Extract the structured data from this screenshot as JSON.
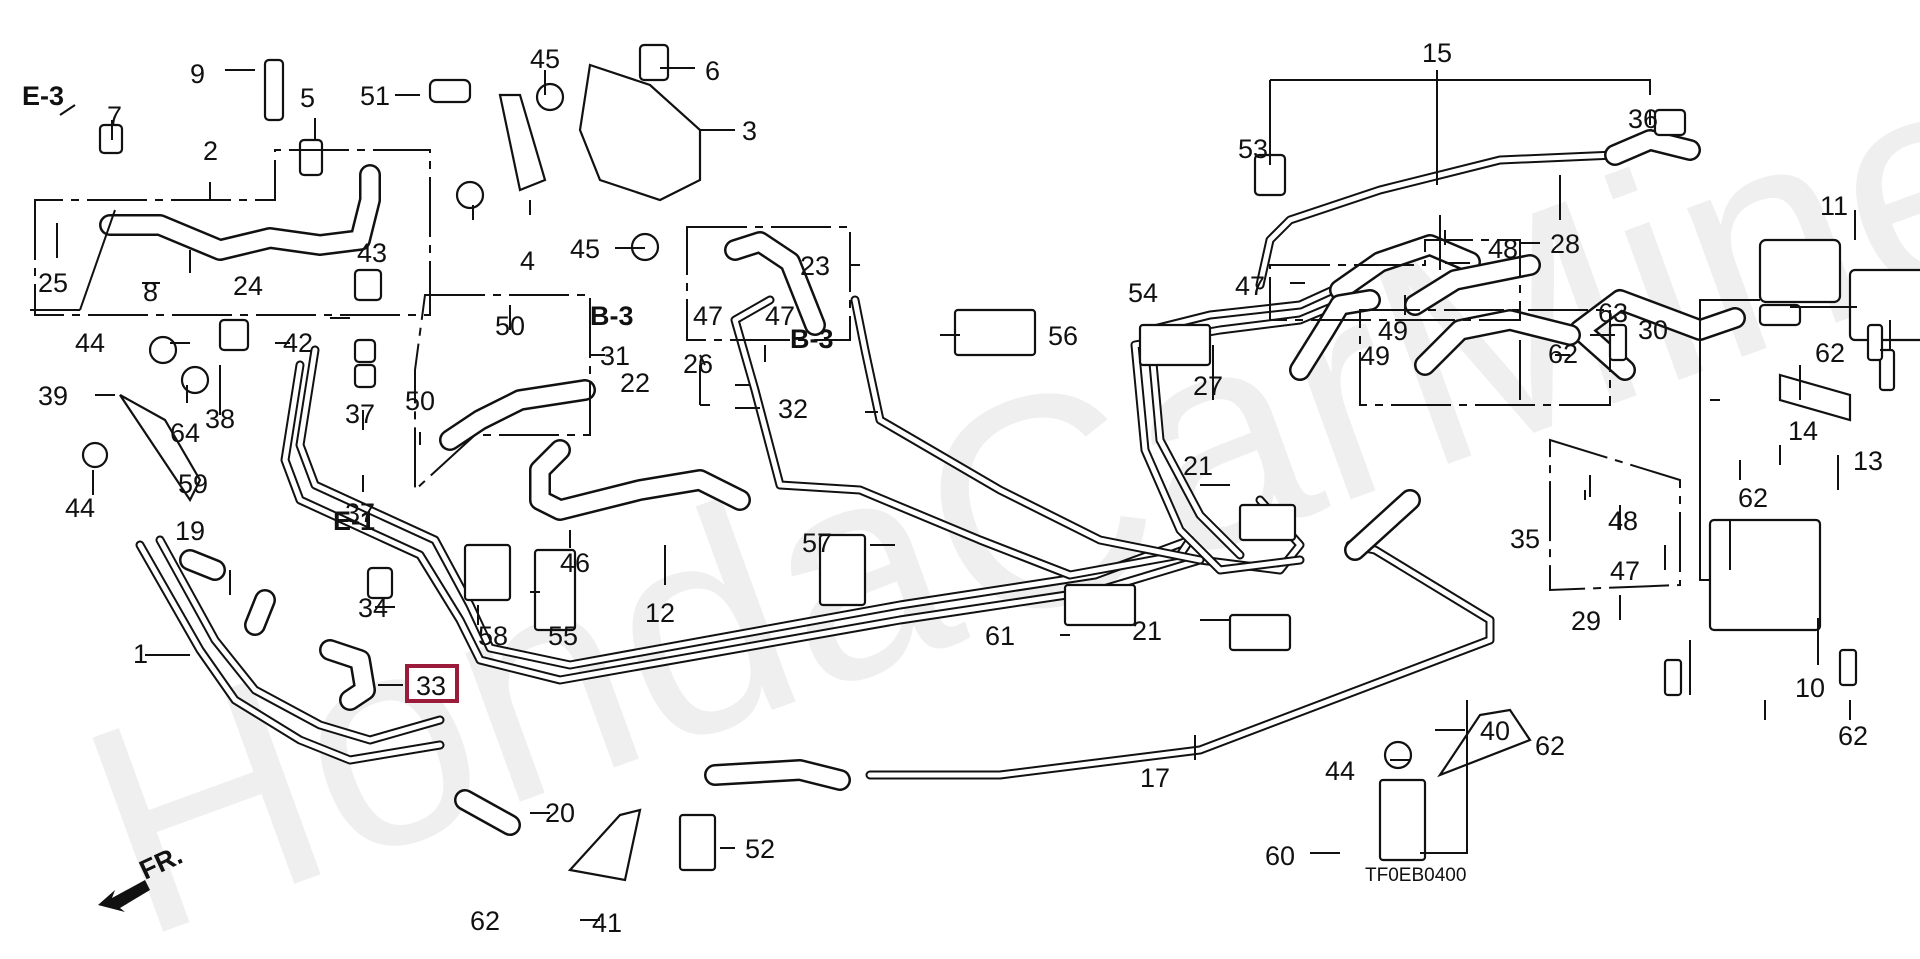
{
  "diagram": {
    "watermark": "HondaCarMine.ru",
    "code": "TF0EB0400",
    "front_indicator": "FR.",
    "highlight_color": "#9b1b3b",
    "highlighted_part": "33",
    "section_refs": [
      "E-3",
      "E-1",
      "B-3",
      "B-3"
    ],
    "callouts": [
      {
        "id": "c1",
        "label": "1"
      },
      {
        "id": "c2",
        "label": "2"
      },
      {
        "id": "c3",
        "label": "3"
      },
      {
        "id": "c4",
        "label": "4"
      },
      {
        "id": "c5",
        "label": "5"
      },
      {
        "id": "c6",
        "label": "6"
      },
      {
        "id": "c7",
        "label": "7"
      },
      {
        "id": "c8",
        "label": "8"
      },
      {
        "id": "c9",
        "label": "9"
      },
      {
        "id": "c10",
        "label": "10"
      },
      {
        "id": "c11",
        "label": "11"
      },
      {
        "id": "c12",
        "label": "12"
      },
      {
        "id": "c13",
        "label": "13"
      },
      {
        "id": "c14",
        "label": "14"
      },
      {
        "id": "c15",
        "label": "15"
      },
      {
        "id": "c17",
        "label": "17"
      },
      {
        "id": "c19",
        "label": "19"
      },
      {
        "id": "c20",
        "label": "20"
      },
      {
        "id": "c21a",
        "label": "21"
      },
      {
        "id": "c21b",
        "label": "21"
      },
      {
        "id": "c22",
        "label": "22"
      },
      {
        "id": "c23",
        "label": "23"
      },
      {
        "id": "c24",
        "label": "24"
      },
      {
        "id": "c25",
        "label": "25"
      },
      {
        "id": "c26",
        "label": "26"
      },
      {
        "id": "c27",
        "label": "27"
      },
      {
        "id": "c28",
        "label": "28"
      },
      {
        "id": "c29",
        "label": "29"
      },
      {
        "id": "c30",
        "label": "30"
      },
      {
        "id": "c31",
        "label": "31"
      },
      {
        "id": "c32",
        "label": "32"
      },
      {
        "id": "c33",
        "label": "33"
      },
      {
        "id": "c34",
        "label": "34"
      },
      {
        "id": "c35",
        "label": "35"
      },
      {
        "id": "c36",
        "label": "36"
      },
      {
        "id": "c37a",
        "label": "37"
      },
      {
        "id": "c37b",
        "label": "37"
      },
      {
        "id": "c38",
        "label": "38"
      },
      {
        "id": "c39",
        "label": "39"
      },
      {
        "id": "c40",
        "label": "40"
      },
      {
        "id": "c41",
        "label": "41"
      },
      {
        "id": "c42",
        "label": "42"
      },
      {
        "id": "c43",
        "label": "43"
      },
      {
        "id": "c44a",
        "label": "44"
      },
      {
        "id": "c44b",
        "label": "44"
      },
      {
        "id": "c44c",
        "label": "44"
      },
      {
        "id": "c45a",
        "label": "45"
      },
      {
        "id": "c45b",
        "label": "45"
      },
      {
        "id": "c46",
        "label": "46"
      },
      {
        "id": "c47a",
        "label": "47"
      },
      {
        "id": "c47b",
        "label": "47"
      },
      {
        "id": "c47c",
        "label": "47"
      },
      {
        "id": "c47d",
        "label": "47"
      },
      {
        "id": "c48a",
        "label": "48"
      },
      {
        "id": "c48b",
        "label": "48"
      },
      {
        "id": "c49a",
        "label": "49"
      },
      {
        "id": "c49b",
        "label": "49"
      },
      {
        "id": "c50a",
        "label": "50"
      },
      {
        "id": "c50b",
        "label": "50"
      },
      {
        "id": "c51",
        "label": "51"
      },
      {
        "id": "c52",
        "label": "52"
      },
      {
        "id": "c53",
        "label": "53"
      },
      {
        "id": "c54",
        "label": "54"
      },
      {
        "id": "c55",
        "label": "55"
      },
      {
        "id": "c56",
        "label": "56"
      },
      {
        "id": "c57",
        "label": "57"
      },
      {
        "id": "c58",
        "label": "58"
      },
      {
        "id": "c59",
        "label": "59"
      },
      {
        "id": "c60",
        "label": "60"
      },
      {
        "id": "c61",
        "label": "61"
      },
      {
        "id": "c62a",
        "label": "62"
      },
      {
        "id": "c62b",
        "label": "62"
      },
      {
        "id": "c62c",
        "label": "62"
      },
      {
        "id": "c62d",
        "label": "62"
      },
      {
        "id": "c62e",
        "label": "62"
      },
      {
        "id": "c62f",
        "label": "62"
      },
      {
        "id": "c63",
        "label": "63"
      },
      {
        "id": "c64",
        "label": "64"
      }
    ]
  }
}
